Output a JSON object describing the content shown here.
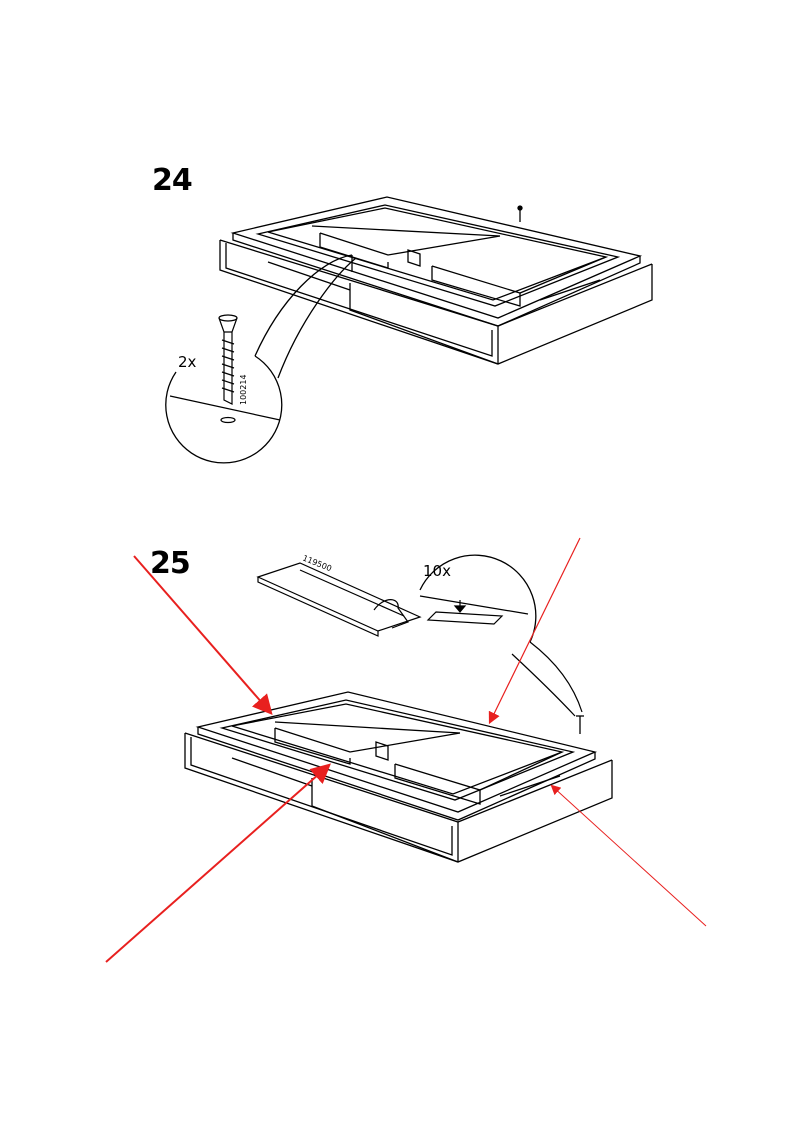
{
  "steps": [
    {
      "number": "24",
      "callout": {
        "quantity": "2x",
        "part_number": "100214",
        "part": "screw-icon"
      }
    },
    {
      "number": "25",
      "callout": {
        "quantity": "10x",
        "strip_part_number": "119500",
        "part": "felt-pad-icon"
      }
    }
  ],
  "colors": {
    "line": "#000000",
    "annotation_arrow": "#e8201f",
    "paper": "#ffffff"
  }
}
